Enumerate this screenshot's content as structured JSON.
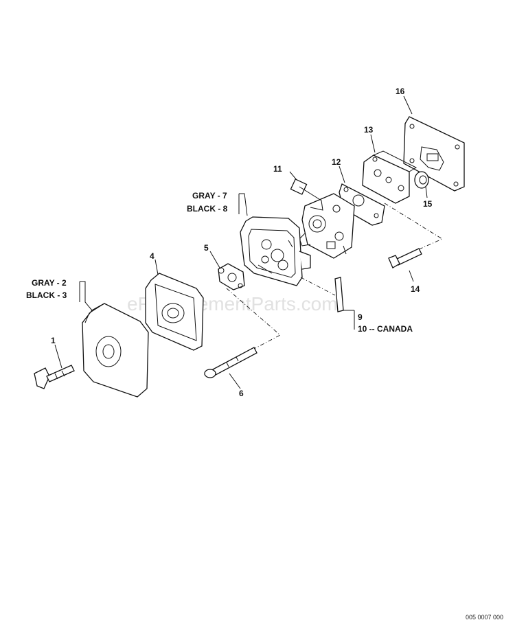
{
  "watermark": "eReplacementParts.com",
  "footer_code": "005 0007 000",
  "labels": {
    "p1": "1",
    "p2_3_gray": "GRAY - 2",
    "p2_3_black": "BLACK - 3",
    "p4": "4",
    "p5": "5",
    "p6": "6",
    "p7_8_gray": "GRAY - 7",
    "p7_8_black": "BLACK - 8",
    "p9": "9",
    "p10": "10 -- CANADA",
    "p11": "11",
    "p12": "12",
    "p13": "13",
    "p14": "14",
    "p15": "15",
    "p16": "16"
  }
}
